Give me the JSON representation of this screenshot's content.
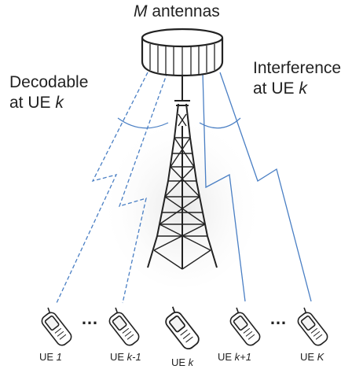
{
  "title": {
    "italic": "M",
    "text": " antennas"
  },
  "left_label": {
    "line1": "Decodable",
    "line2_prefix": "at UE ",
    "line2_italic": "k"
  },
  "right_label": {
    "line1": "Interference",
    "line2_prefix": "at UE ",
    "line2_italic": "k"
  },
  "ellipsis": "…",
  "users": [
    {
      "prefix": "UE ",
      "index": "1"
    },
    {
      "prefix": "UE ",
      "index": "k-1"
    },
    {
      "prefix": "UE ",
      "index": "k"
    },
    {
      "prefix": "UE ",
      "index": "k+1"
    },
    {
      "prefix": "UE ",
      "index": "K"
    }
  ],
  "colors": {
    "beam": "#4a7fc4",
    "text": "#222222",
    "tower": "#222222"
  },
  "icons": [
    "antenna-array-icon",
    "tower-icon",
    "mobile-phone-icon"
  ]
}
